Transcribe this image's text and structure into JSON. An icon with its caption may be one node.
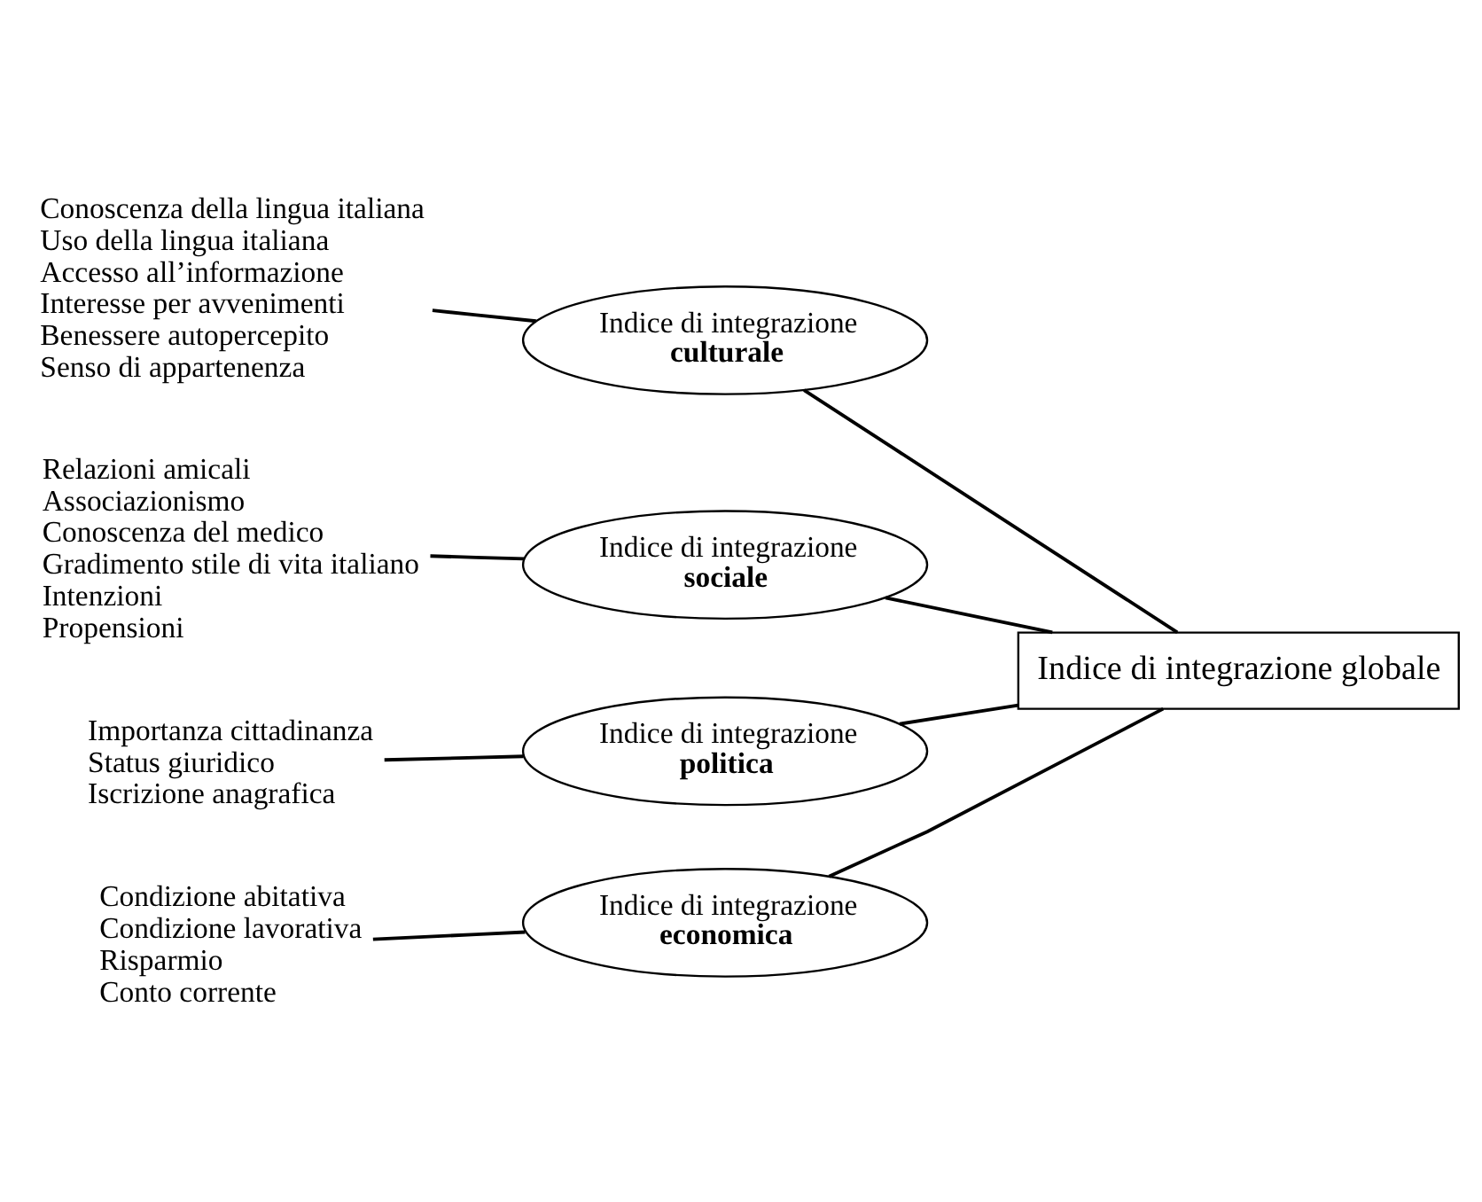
{
  "diagram": {
    "nodes": [
      {
        "text": [
          "Conoscenza della lingua italiana",
          "Uso della lingua italiana",
          "Accesso all’informazione",
          "Interesse per avvenimenti",
          "Benessere autopercepito",
          "Senso di appartenenza"
        ]
      },
      {
        "text": [
          "Indice di integrazione",
          "culturale"
        ]
      },
      {
        "text": [
          "Relazioni amicali",
          "Associazionismo",
          "Conoscenza del medico",
          "Gradimento stile di vita italiano",
          "Intenzioni",
          "Propensioni"
        ]
      },
      {
        "text": [
          "Indice di integrazione",
          "sociale"
        ]
      },
      {
        "text": [
          "Importanza cittadinanza",
          "Status giuridico",
          "Iscrizione anagrafica"
        ]
      },
      {
        "text": [
          "Indice di integrazione",
          "politica"
        ]
      },
      {
        "text": [
          "Condizione abitativa",
          "Condizione lavorativa",
          "Risparmio",
          "Conto corrente"
        ]
      },
      {
        "text": [
          "Indice di integrazione",
          "economica"
        ]
      },
      {
        "text": [
          "Indice di integrazione globale"
        ]
      }
    ],
    "edges": [
      {
        "from": 0,
        "to": 1,
        "arrow": "none"
      },
      {
        "from": 2,
        "to": 3,
        "arrow": "none"
      },
      {
        "from": 4,
        "to": 5,
        "arrow": "none"
      },
      {
        "from": 6,
        "to": 7,
        "arrow": "none"
      },
      {
        "from": 1,
        "to": 8,
        "arrow": "none"
      },
      {
        "from": 3,
        "to": 8,
        "arrow": "none"
      },
      {
        "from": 5,
        "to": 8,
        "arrow": "none"
      },
      {
        "from": 7,
        "to": 8,
        "arrow": "none"
      }
    ]
  }
}
